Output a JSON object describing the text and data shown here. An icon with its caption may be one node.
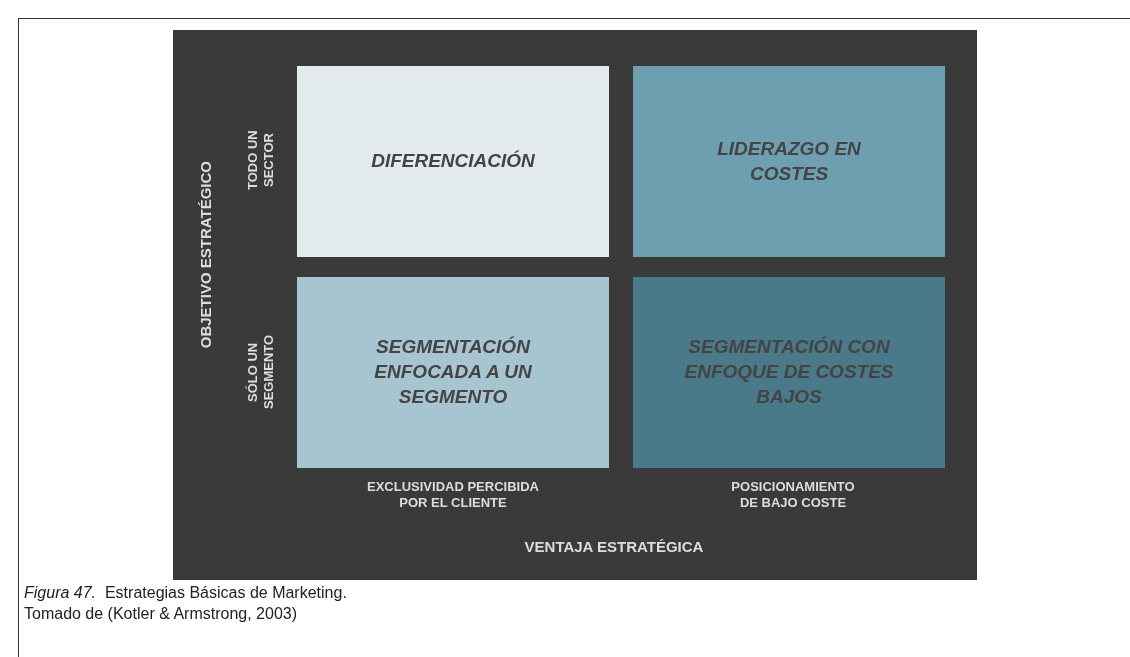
{
  "diagram": {
    "caption": "*Figura 47.*  Estrategias Básicas de Marketing. Tomado de (Kotler & Armstrong, 2003)",
    "nodes": [
      {
        "text": [
          "DIFERENCIACIÓN"
        ]
      },
      {
        "text": [
          "LIDERAZGO EN COSTES"
        ]
      },
      {
        "text": [
          "SEGMENTACIÓN ENFOCADA A UN SEGMENTO"
        ]
      },
      {
        "text": [
          "SEGMENTACIÓN CON ENFOQUE DE COSTES BAJOS"
        ]
      }
    ],
    "edges": [],
    "labels": [
      "OBJETIVO ESTRATÉGICO",
      "TODO UN SECTOR",
      "SÓLO UN SEGMENTO",
      "EXCLUSIVIDAD PERCIBIDA POR EL CLIENTE",
      "POSICIONAMIENTO DE BAJO COSTE",
      "VENTAJA ESTRATÉGICA"
    ]
  }
}
